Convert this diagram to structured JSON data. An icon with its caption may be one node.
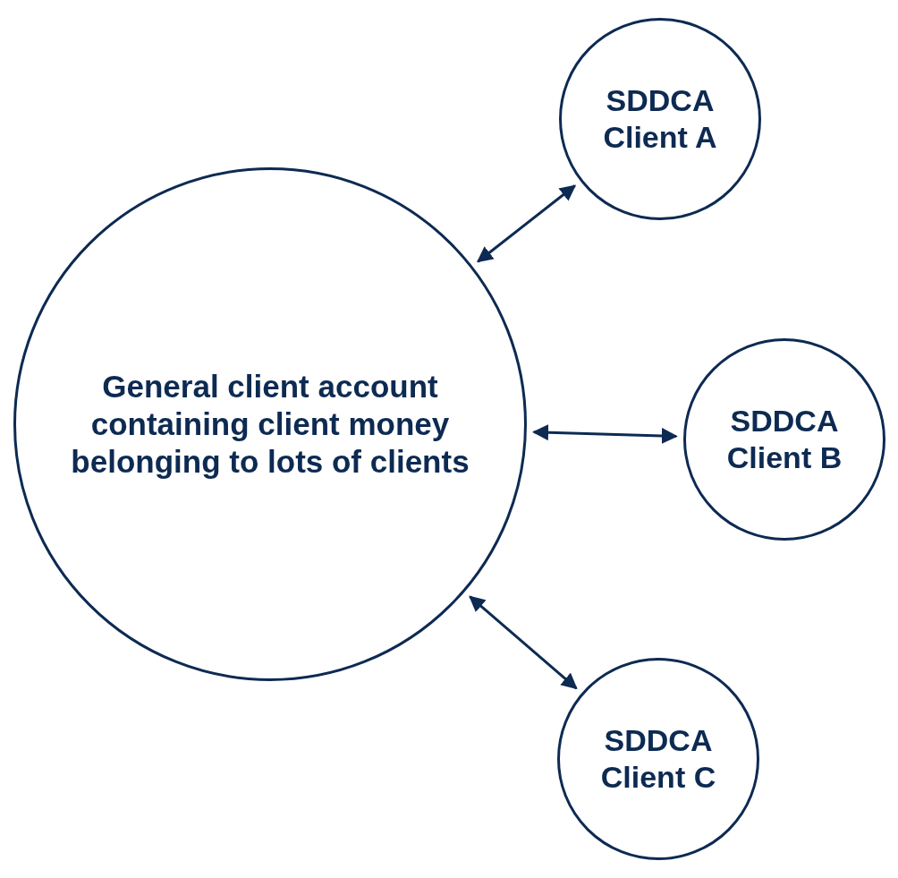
{
  "diagram": {
    "nodes": [
      {
        "text": [
          "General client account containing client money belonging to lots of clients"
        ]
      },
      {
        "text": [
          "SDDCA Client A"
        ]
      },
      {
        "text": [
          "SDDCA Client B"
        ]
      },
      {
        "text": [
          "SDDCA Client C"
        ]
      }
    ],
    "edges": [
      {
        "from": 0,
        "to": 1,
        "arrow": "both"
      },
      {
        "from": 0,
        "to": 2,
        "arrow": "both"
      },
      {
        "from": 0,
        "to": 3,
        "arrow": "both"
      }
    ]
  }
}
